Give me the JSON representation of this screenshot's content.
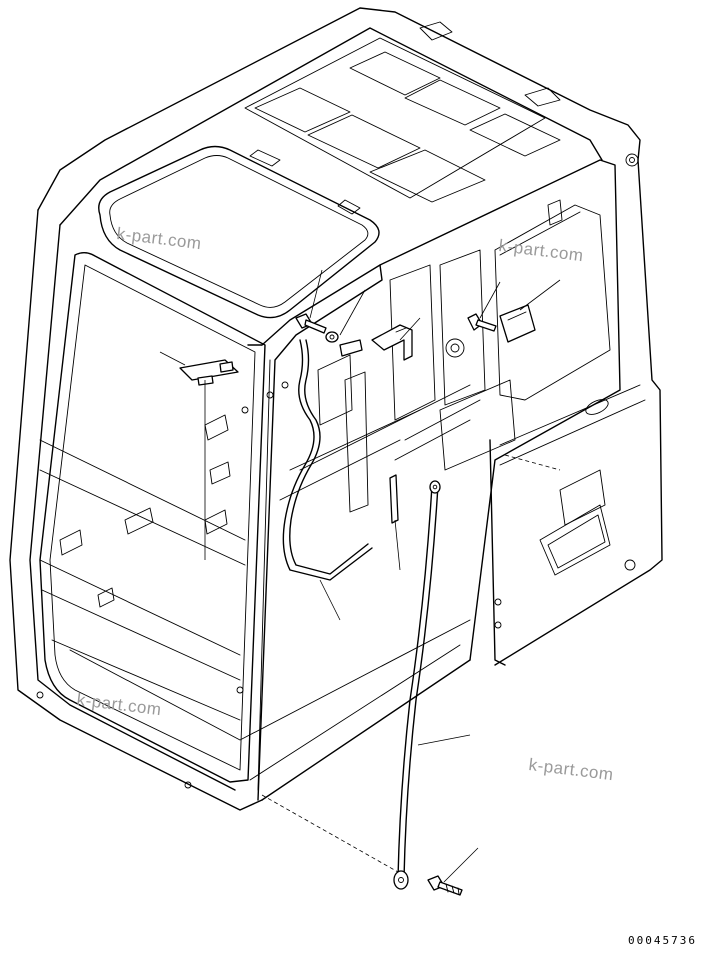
{
  "watermarks": [
    "k-part.com",
    "k-part.com",
    "k-part.com",
    "k-part.com"
  ],
  "drawing_number": "00045736",
  "line_color": "#000000",
  "watermark_color": "#9a9a9a",
  "subject": "cab-frame-exploded-view"
}
